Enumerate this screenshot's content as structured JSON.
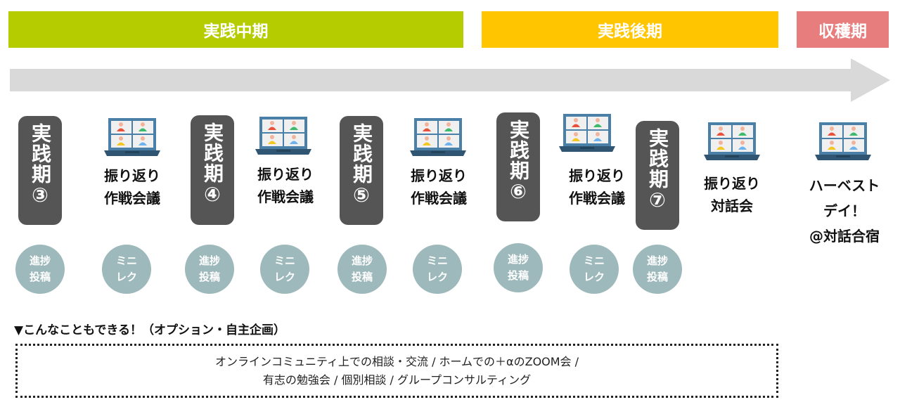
{
  "phases": [
    {
      "label": "実践中期",
      "color": "#b5cc00"
    },
    {
      "label": "実践後期",
      "color": "#ffc600"
    },
    {
      "label": "収穫期",
      "color": "#e77d7d"
    }
  ],
  "periods": [
    {
      "label": "実践期",
      "num": "③"
    },
    {
      "label": "実践期",
      "num": "④"
    },
    {
      "label": "実践期",
      "num": "⑤"
    },
    {
      "label": "実践期",
      "num": "⑥"
    },
    {
      "label": "実践期",
      "num": "⑦"
    }
  ],
  "meetings": [
    {
      "line1": "振り返り",
      "line2": "作戦会議"
    },
    {
      "line1": "振り返り",
      "line2": "作戦会議"
    },
    {
      "line1": "振り返り",
      "line2": "作戦会議"
    },
    {
      "line1": "振り返り",
      "line2": "作戦会議"
    },
    {
      "line1": "振り返り",
      "line2": "対話会"
    },
    {
      "line1": "ハーベスト",
      "line2": "デイ！",
      "line3": "@対話合宿"
    }
  ],
  "circles": [
    {
      "line1": "進捗",
      "line2": "投稿"
    },
    {
      "line1": "ミニ",
      "line2": "レク"
    },
    {
      "line1": "進捗",
      "line2": "投稿"
    },
    {
      "line1": "ミニ",
      "line2": "レク"
    },
    {
      "line1": "進捗",
      "line2": "投稿"
    },
    {
      "line1": "ミニ",
      "line2": "レク"
    },
    {
      "line1": "進捗",
      "line2": "投稿"
    },
    {
      "line1": "ミニ",
      "line2": "レク"
    },
    {
      "line1": "進捗",
      "line2": "投稿"
    }
  ],
  "options": {
    "title": "▼こんなこともできる！（オプション・自主企画）",
    "line1": "オンラインコミュニティ上での相談・交流 / ホームでの＋αのZOOM会 /",
    "line2": "有志の勉強会 / 個別相談 / グループコンサルティング"
  },
  "colors": {
    "arrow": "#d9d9d9",
    "pill": "#555555",
    "circle": "#9eb9bb"
  }
}
